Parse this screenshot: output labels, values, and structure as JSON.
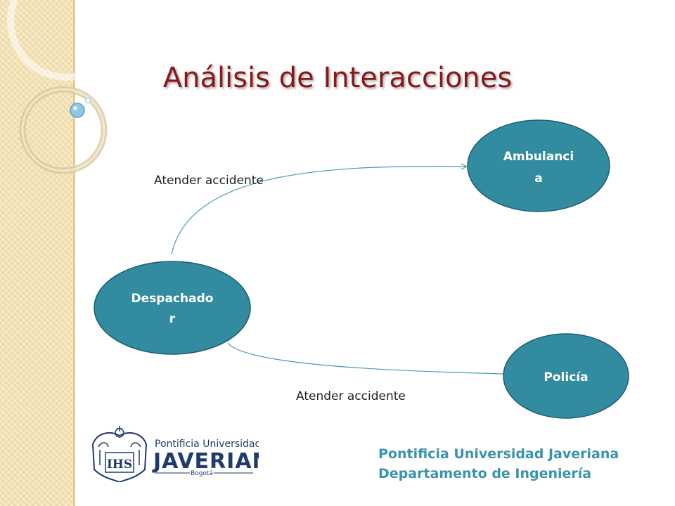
{
  "title": "Análisis de Interacciones",
  "nodes": {
    "despachador": {
      "line1": "Despachado",
      "line2": "r"
    },
    "ambulancia": {
      "line1": "Ambulanci",
      "line2": "a"
    },
    "policia": {
      "line1": "Policía"
    }
  },
  "edges": {
    "to_ambulancia": "Atender accidente",
    "to_policia": "Atender accidente"
  },
  "footer": {
    "line1": "Pontificia Universidad Javeriana",
    "line2": "Departamento de Ingeniería"
  },
  "logo": {
    "name_small": "Pontificia Universidad",
    "name_big": "JAVERIANA",
    "city": "Bogotá"
  },
  "colors": {
    "node_fill": "#338b9f",
    "node_stroke": "#1f5d73",
    "title": "#8a1818",
    "footer_text": "#3a93ad",
    "sidebar": "#f3e2b4"
  }
}
